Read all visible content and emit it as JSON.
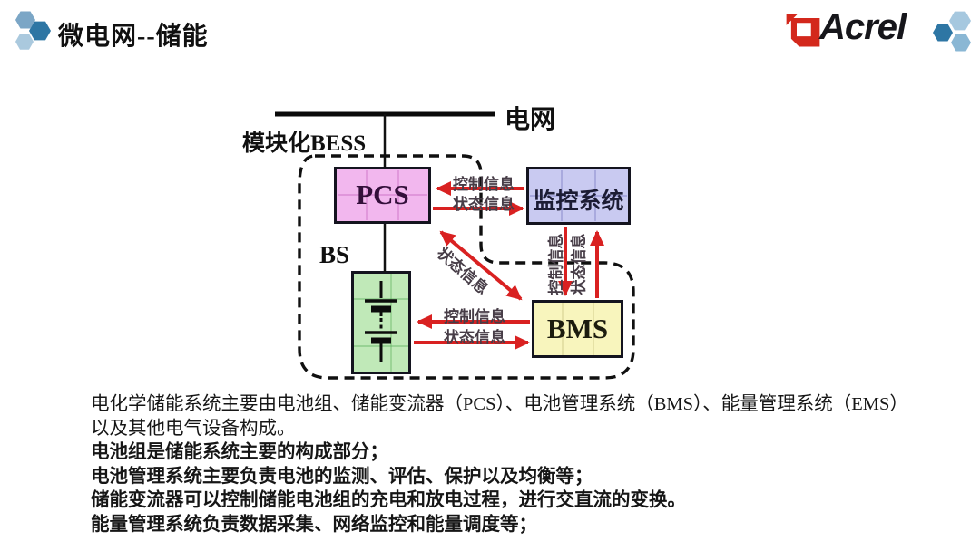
{
  "header": {
    "title": "微电网--储能",
    "brand": "Acrel"
  },
  "diagram": {
    "grid_label": "电网",
    "bess_label": "模块化BESS",
    "bs_label": "BS",
    "pcs_label": "PCS",
    "monitor_label": "监控系统",
    "bms_label": "BMS",
    "arrows": {
      "mon_to_pcs_ctrl": "控制信息",
      "pcs_to_mon_status": "状态信息",
      "pcs_bms_status": "状态信息",
      "mon_to_bms_ctrl": "控制信息",
      "bms_to_mon_status": "状态信息",
      "bms_to_bs_ctrl": "控制信息",
      "bs_to_bms_status": "状态信息"
    },
    "colors": {
      "pcs_fill": "#f2b7ee",
      "monitor_fill": "#c9caf1",
      "battery_fill": "#c0e9b8",
      "bms_fill": "#f8f5bd",
      "arrow_red": "#d92121",
      "brand_red": "#d3281c",
      "hex_dark_blue": "#2e76a4",
      "hex_mid_blue": "#7ba6c6",
      "hex_light_blue": "#aac9de"
    }
  },
  "description": {
    "lines": [
      "电化学储能系统主要由电池组、储能变流器（PCS）、电池管理系统（BMS）、能量管理系统（EMS）",
      "以及其他电气设备构成。",
      "电池组是储能系统主要的构成部分；",
      "电池管理系统主要负责电池的监测、评估、保护以及均衡等；",
      "储能变流器可以控制储能电池组的充电和放电过程，进行交直流的变换。",
      "能量管理系统负责数据采集、网络监控和能量调度等；"
    ]
  }
}
